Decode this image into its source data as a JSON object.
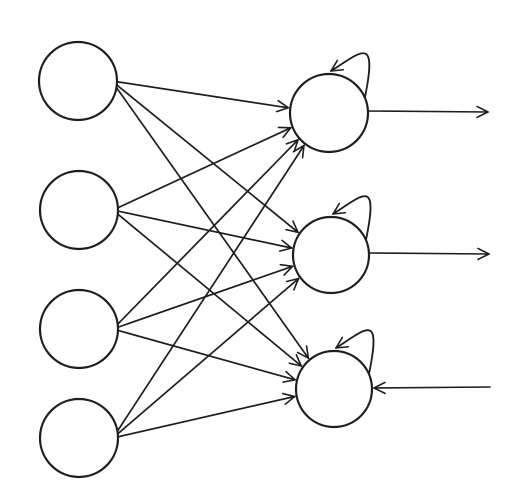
{
  "diagram": {
    "type": "recurrent-neural-network",
    "stroke_color": "#1e1e1e",
    "background_color": "#ffffff",
    "input_nodes": [
      "input-node-1",
      "input-node-2",
      "input-node-3",
      "input-node-4"
    ],
    "hidden_nodes": [
      "hidden-node-1",
      "hidden-node-2",
      "hidden-node-3"
    ],
    "connectivity": "fully-connected",
    "self_loops": [
      "hidden-node-1",
      "hidden-node-2",
      "hidden-node-3"
    ],
    "outputs": [
      {
        "node": "hidden-node-1",
        "direction": "outgoing"
      },
      {
        "node": "hidden-node-2",
        "direction": "outgoing"
      },
      {
        "node": "hidden-node-3",
        "direction": "incoming"
      }
    ]
  }
}
